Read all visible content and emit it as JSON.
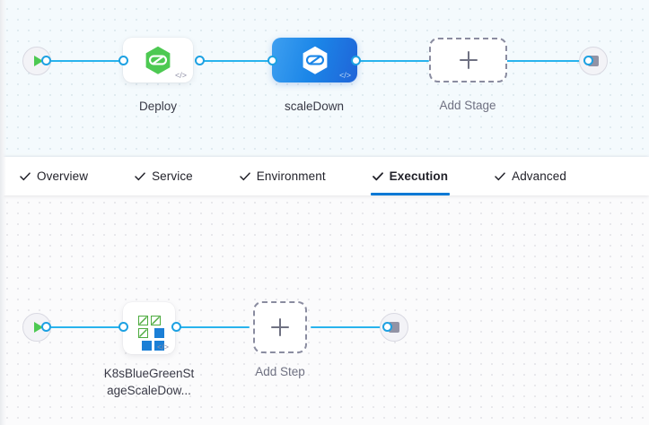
{
  "colors": {
    "edge": "#28b3ed",
    "connector": "#1da1e2",
    "active_tab_underline": "#0278d5",
    "stage_canvas_bg": "#f4fafd",
    "step_canvas_bg": "#fbfbfc",
    "deploy_hex": "#4dc952",
    "scaledown_card": "#1b86e8",
    "dashed_border": "#8a8ca0",
    "k8s_green": "#4dab3f",
    "k8s_blue": "#1b7fd6"
  },
  "stage_canvas": {
    "start_node": {
      "name": "pipeline-start",
      "icon": "play-icon"
    },
    "end_node": {
      "name": "pipeline-end",
      "icon": "stop-icon"
    },
    "stages": [
      {
        "id": "deploy",
        "label": "Deploy",
        "type": "card-white",
        "icon": "harness-hexagon-green-icon",
        "code_badge": "</>"
      },
      {
        "id": "scaleDown",
        "label": "scaleDown",
        "type": "card-blue",
        "icon": "harness-hexagon-white-icon",
        "code_badge": "</>",
        "selected": true
      }
    ],
    "add_stage": {
      "label": "Add Stage",
      "icon": "plus-icon"
    }
  },
  "tabs": {
    "items": [
      {
        "id": "overview",
        "label": "Overview",
        "icon": "check-icon",
        "active": false
      },
      {
        "id": "service",
        "label": "Service",
        "icon": "check-icon",
        "active": false
      },
      {
        "id": "environment",
        "label": "Environment",
        "icon": "check-icon",
        "active": false
      },
      {
        "id": "execution",
        "label": "Execution",
        "icon": "check-icon",
        "active": true
      },
      {
        "id": "advanced",
        "label": "Advanced",
        "icon": "check-icon",
        "active": false
      }
    ]
  },
  "step_canvas": {
    "start_node": {
      "name": "execution-start",
      "icon": "play-icon"
    },
    "end_node": {
      "name": "execution-end",
      "icon": "stop-icon"
    },
    "steps": [
      {
        "id": "k8sBlueGreenStageScaleDown",
        "label_line1": "K8sBlueGreenSt",
        "label_line2": "ageScaleDow...",
        "icon": "kubernetes-squares-icon",
        "code_badge": "</>"
      }
    ],
    "add_step": {
      "label": "Add Step",
      "icon": "plus-icon"
    }
  }
}
